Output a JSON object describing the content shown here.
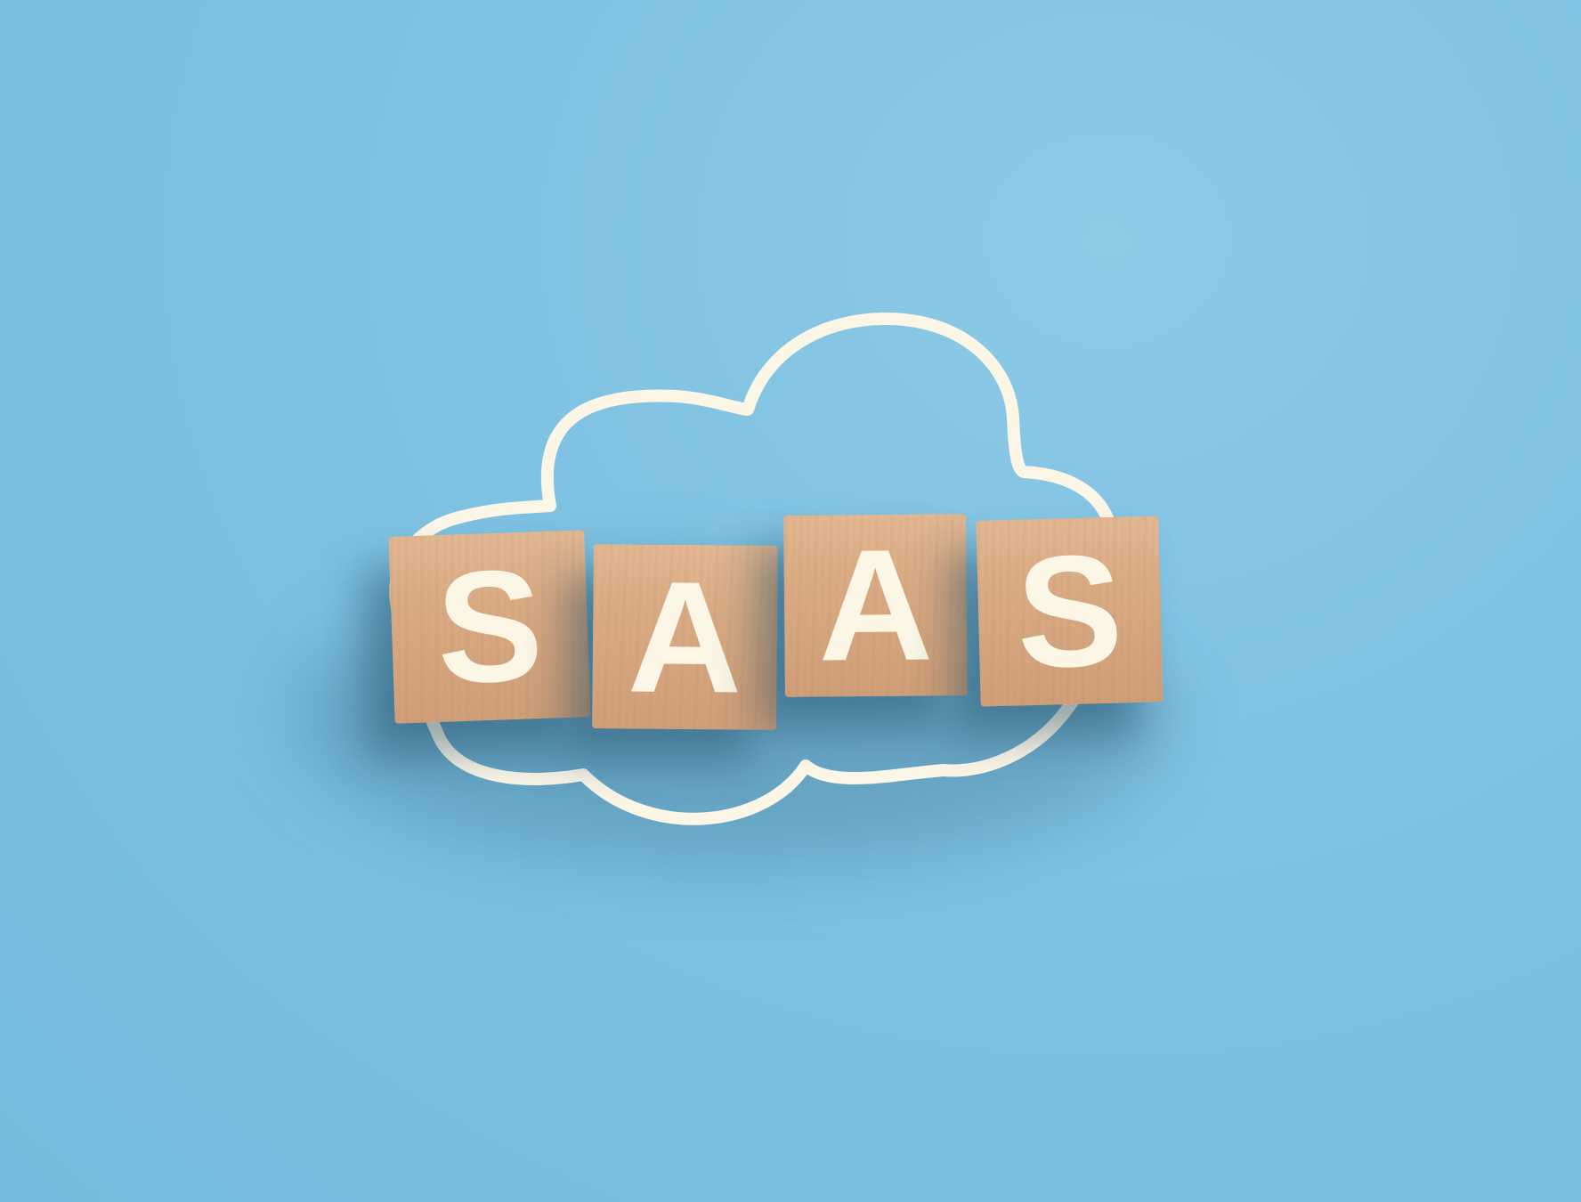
{
  "image": {
    "background_color": "#7ec1e1",
    "outline_color": "#fbf6e6",
    "wood_color": "#d9ab84",
    "icon": "cloud-outline-icon"
  },
  "blocks": [
    {
      "letter": "S"
    },
    {
      "letter": "A"
    },
    {
      "letter": "A"
    },
    {
      "letter": "S"
    }
  ]
}
